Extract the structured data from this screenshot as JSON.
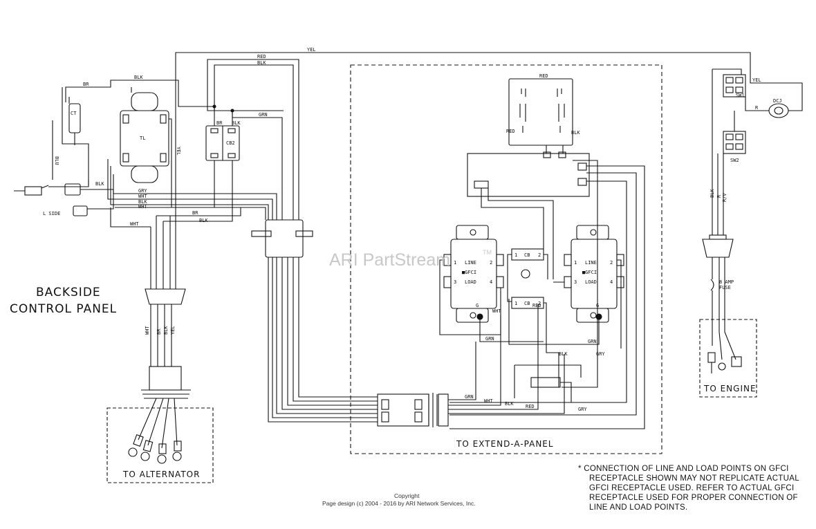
{
  "labels": {
    "backside_line1": "BACKSIDE",
    "backside_line2": "CONTROL PANEL",
    "to_alternator": "TO ALTERNATOR",
    "to_extend_a_panel": "TO EXTEND-A-PANEL",
    "to_engine": "TO ENGINE",
    "watermark": "ARI PartStream",
    "watermark_tm": "TM"
  },
  "components": {
    "ct": "CT",
    "tl": "TL",
    "cb2": "CB2",
    "cb_upper": "CB",
    "cb_lower": "CB",
    "sw1": "SW1",
    "sw2": "SW2",
    "dcj": "DCJ",
    "l_side": "L SIDE",
    "fuse_line1": "8 AMP",
    "fuse_line2": "FUSE",
    "gfci_left": {
      "line": "LINE",
      "gfci": "■GFCI",
      "load": "LOAD",
      "g": "G",
      "t1": "1",
      "t2": "2",
      "t3": "3",
      "t4": "4"
    },
    "gfci_right": {
      "line": "LINE",
      "gfci": "■GFCI",
      "load": "LOAD",
      "g": "G",
      "t1": "1",
      "t2": "2",
      "t3": "3",
      "t4": "4"
    },
    "cb_terminal_1": "1",
    "cb_terminal_2": "2"
  },
  "wires": {
    "yel_top": "YEL",
    "red_top": "RED",
    "blk_top": "BLK",
    "br_left": "BR",
    "blk_ct": "BLK",
    "br_cb2": "BR",
    "blk_cb2": "BLK",
    "grn_cb2": "GRN",
    "yel_tl": "YEL",
    "blu": "BLU",
    "blk_plug": "BLK",
    "gry": "GRY",
    "wht1": "WHT",
    "blk2": "BLK",
    "wht2": "WHT",
    "br_low": "BR",
    "blk_low": "BLK",
    "wht_low": "WHT",
    "harness_wht": "WHT",
    "harness_br": "BR",
    "harness_blk": "BLK",
    "harness_yel": "YEL",
    "relay_red_top": "RED",
    "relay_red_left": "RED",
    "relay_blk": "BLK",
    "wht_gfci": "WHT",
    "grn_gfci_left": "GRN",
    "grn_gfci_right": "GRN",
    "red_mid": "RED",
    "blk_right": "BLK",
    "gry_right": "GRY",
    "grn_conn": "GRN",
    "wht_conn": "WHT",
    "blk_conn": "BLK",
    "red_conn": "RED",
    "gry_conn": "GRY",
    "yel_sw1": "YEL",
    "r_dcj": "R",
    "blk_engine": "BLK",
    "r_engine": "R",
    "rv_engine": "R/V"
  },
  "note": [
    "*  CONNECTION OF LINE AND LOAD POINTS  ON GFCI",
    "RECEPTACLE SHOWN MAY NOT REPLICATE ACTUAL",
    "GFCI RECEPTACLE USED.  REFER TO ACTUAL GFCI",
    "RECEPTACLE USED FOR PROPER CONNECTION OF",
    "LINE AND LOAD POINTS."
  ],
  "footer": {
    "copyright": "Copyright",
    "design": "Page design (c) 2004 - 2016 by ARI Network Services, Inc."
  }
}
